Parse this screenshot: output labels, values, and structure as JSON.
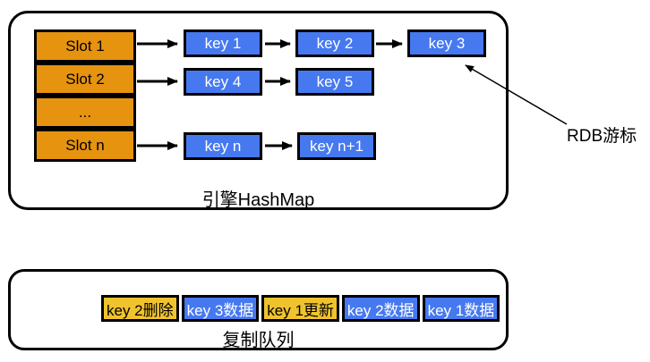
{
  "colors": {
    "slot_fill": "#E6930F",
    "key_fill": "#4678F0",
    "queue_operation_fill": "#EFC32F",
    "outline": "#000000",
    "background": "#FFFFFF"
  },
  "hashmap_panel": {
    "title": "引擎HashMap",
    "slots": [
      "Slot 1",
      "Slot 2",
      "...",
      "Slot n"
    ],
    "chains": {
      "row1": [
        "key 1",
        "key 2",
        "key 3"
      ],
      "row2": [
        "key 4",
        "key 5"
      ],
      "row3": [
        "key n",
        "key n+1"
      ]
    }
  },
  "rdb_cursor": {
    "label": "RDB游标",
    "points_to": "key 3"
  },
  "queue_panel": {
    "title": "复制队列",
    "cells": [
      {
        "label": "key 2删除",
        "kind": "operation"
      },
      {
        "label": "key 3数据",
        "kind": "data"
      },
      {
        "label": "key 1更新",
        "kind": "operation"
      },
      {
        "label": "key 2数据",
        "kind": "data"
      },
      {
        "label": "key 1数据",
        "kind": "data"
      }
    ]
  }
}
